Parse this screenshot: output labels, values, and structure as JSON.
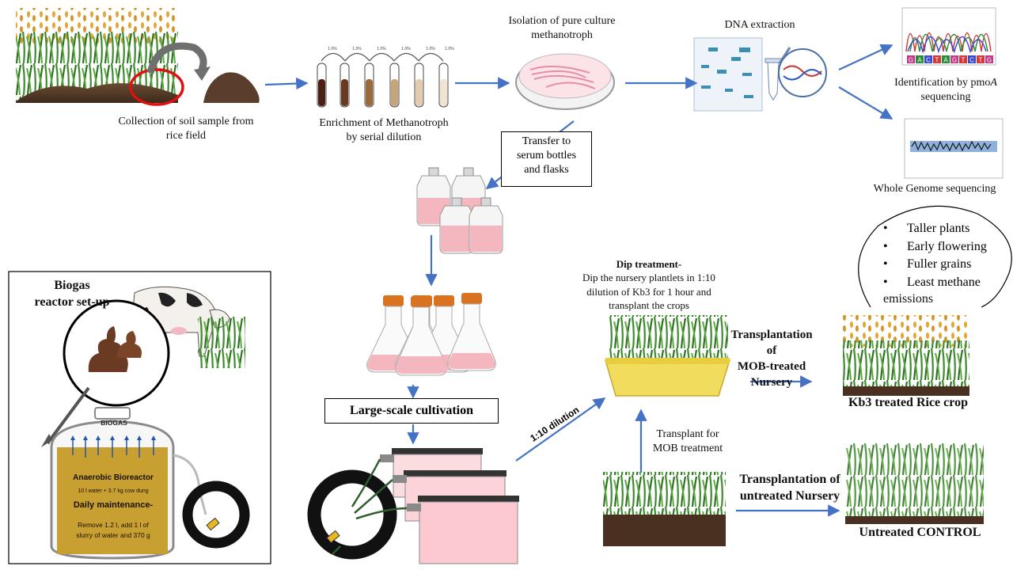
{
  "steps": {
    "collection": "Collection of soil sample from\nrice field",
    "enrichment": "Enrichment of Methanotroph\nby serial dilution",
    "isolation": "Isolation of pure culture\nmethanotroph",
    "dna": "DNA extraction",
    "pmoa_prefix": "Identification by pmo",
    "pmoa_italic": "A",
    "pmoa_suffix": "sequencing",
    "wgs": "Whole Genome sequencing",
    "transfer": "Transfer to\nserum bottles\nand flasks",
    "large_scale": "Large-scale cultivation",
    "dilution": "1:10 dilution",
    "dip_title": "Dip treatment-",
    "dip_body": "Dip the nursery plantlets in 1:10\ndilution of Kb3 for 1 hour and\ntransplant the crops",
    "transplant_mob": "Transplantation of\nMOB-treated\nNursery",
    "transplant_for": "Transplant for\nMOB treatment",
    "transplant_untreated": "Transplantation of\nuntreated Nursery",
    "kb3": "Kb3 treated Rice crop",
    "control": "Untreated CONTROL"
  },
  "benefits": [
    "Taller plants",
    "Early flowering",
    "Fuller grains",
    "Least methane"
  ],
  "benefits_tail": "emissions",
  "biogas": {
    "title": "Biogas\nreactor set-up",
    "gas_label": "BIOGAS",
    "reactor": "Anaerobic Bioreactor",
    "recipe": "10 l water + 3.7 kg cow dung",
    "maintenance": "Daily maintenance-",
    "maintenance_body": "Remove 1.2 l, add 1 l of\nslurry of water and 370 g"
  },
  "dilution_tubes": [
    "1.0%",
    "1.0%",
    "1.0%",
    "1.0%",
    "1.0%",
    "1.0%"
  ],
  "sequence_letters": [
    "G",
    "A",
    "C",
    "T",
    "A",
    "G",
    "T",
    "C",
    "T",
    "G"
  ],
  "colors": {
    "arrow": "#4472c4",
    "soil": "#5a3e2b",
    "grass": "#3e8a2e",
    "grain": "#e0a83a",
    "flask": "#f4b6bf",
    "cap": "#d9731f",
    "tray": "#f2dc5d",
    "reactor": "#c8a032"
  }
}
